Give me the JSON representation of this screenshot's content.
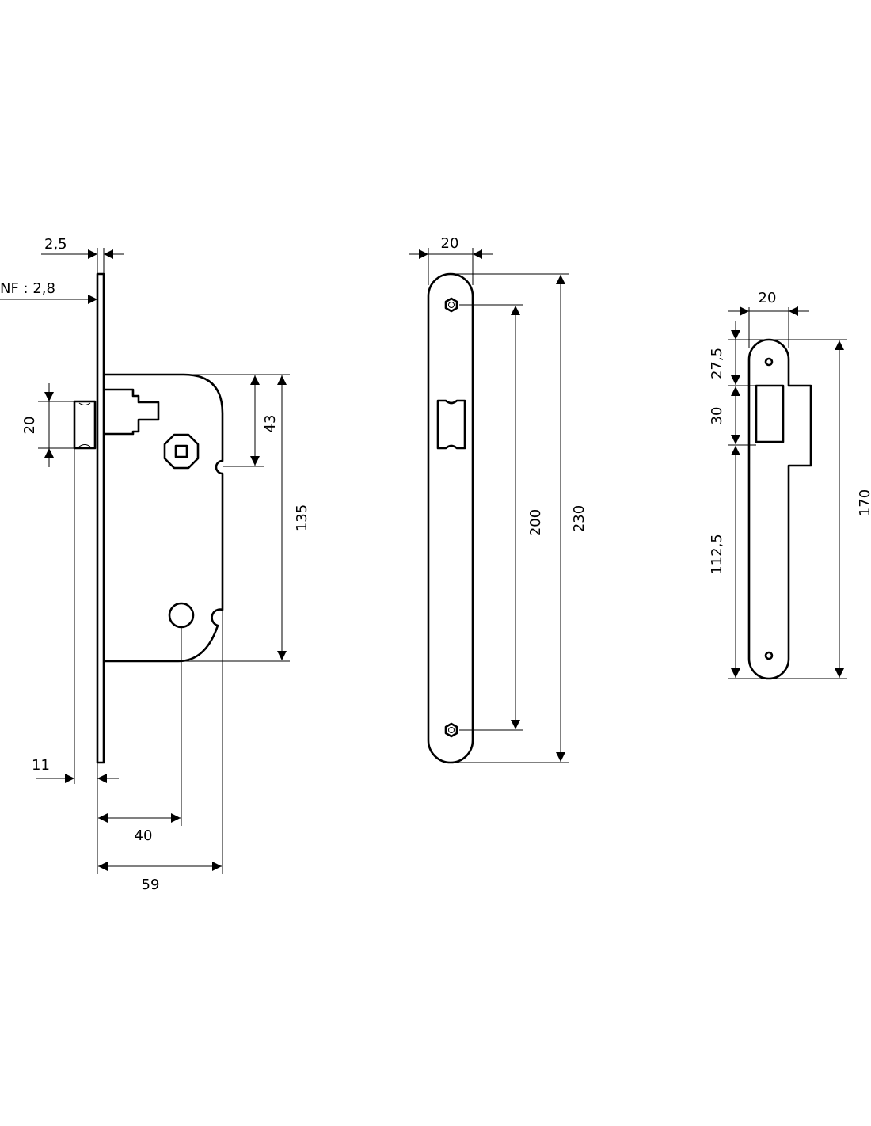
{
  "lock_body": {
    "dimensions": {
      "faceplate_thickness": "2,5",
      "nf_thickness": "NF : 2,8",
      "latch_height": "20",
      "spindle_from_top": "43",
      "body_height": "135",
      "latch_projection": "11",
      "backset": "40",
      "body_depth": "59"
    }
  },
  "faceplate": {
    "dimensions": {
      "width": "20",
      "screw_spacing": "200",
      "length": "230"
    }
  },
  "strike_plate": {
    "dimensions": {
      "width": "20",
      "top_to_opening": "27,5",
      "opening_height": "30",
      "opening_to_bottom": "112,5",
      "length": "170"
    }
  },
  "colors": {
    "line": "#000000",
    "background": "#ffffff"
  }
}
